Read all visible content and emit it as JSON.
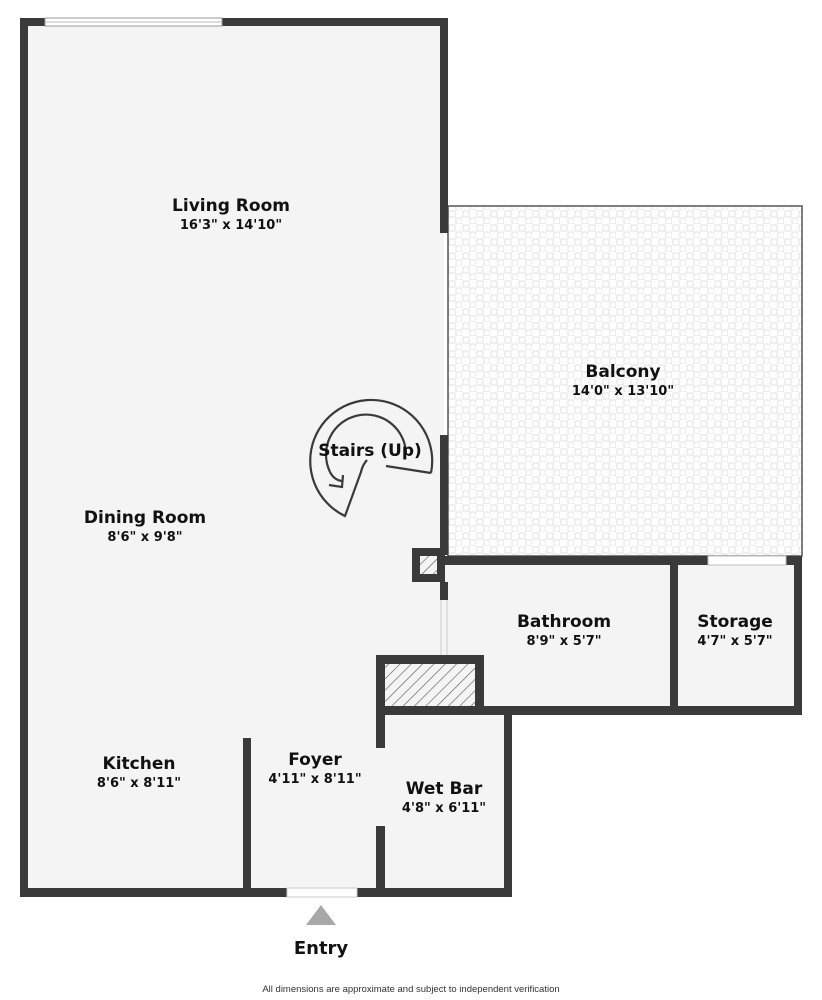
{
  "rooms": [
    {
      "name": "Living Room",
      "dims": "16'3\" x 14'10\""
    },
    {
      "name": "Balcony",
      "dims": "14'0\" x 13'10\""
    },
    {
      "name": "Dining Room",
      "dims": "8'6\" x 9'8\""
    },
    {
      "name": "Bathroom",
      "dims": "8'9\" x 5'7\""
    },
    {
      "name": "Storage",
      "dims": "4'7\" x 5'7\""
    },
    {
      "name": "Kitchen",
      "dims": "8'6\" x 8'11\""
    },
    {
      "name": "Foyer",
      "dims": "4'11\" x 8'11\""
    },
    {
      "name": "Wet Bar",
      "dims": "4'8\" x 6'11\""
    }
  ],
  "stairs_label": "Stairs (Up)",
  "entry_label": "Entry",
  "footnote": "All dimensions are approximate and subject to independent verification",
  "colors": {
    "wall": "#3a3a3a",
    "floor": "#f4f4f4",
    "entry_arrow": "#a8a8a8"
  }
}
